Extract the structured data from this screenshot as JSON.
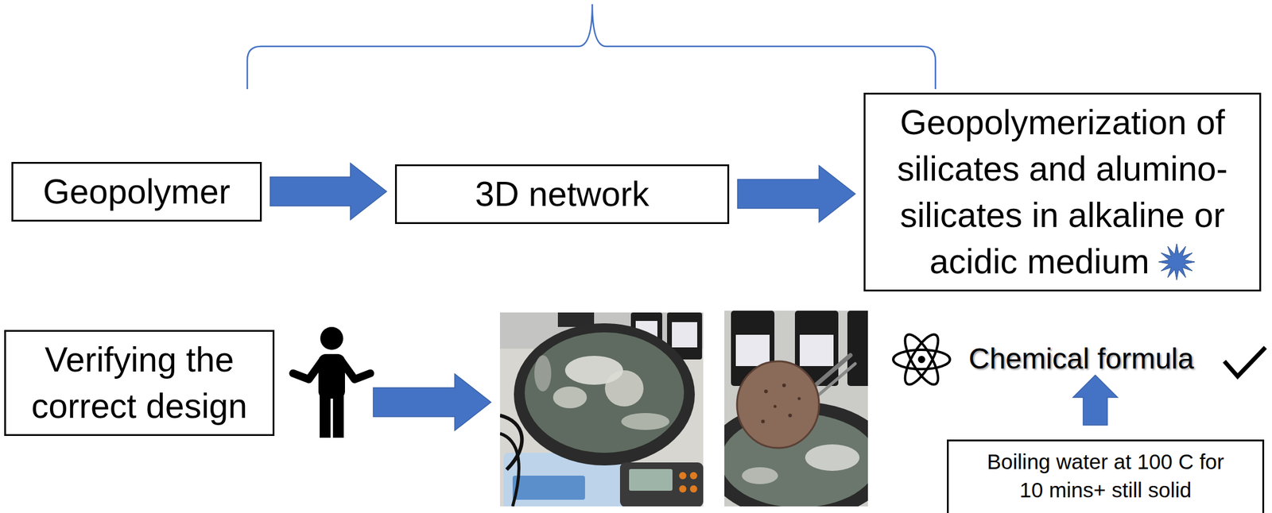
{
  "diagram": {
    "nodes": [
      {
        "text": [
          "Geopolymer"
        ]
      },
      {
        "text": [
          "3D network"
        ]
      },
      {
        "text": [
          "Geopolymerization of silicates and alumino-silicates in alkaline or acidic medium"
        ]
      },
      {
        "text": [
          "Verifying the correct design"
        ]
      },
      {
        "text": [
          "Boiling water at 100 C for 10 mins+ still solid"
        ]
      }
    ],
    "edges": [
      {
        "from": 0,
        "to": 1,
        "arrow": "to"
      },
      {
        "from": 1,
        "to": 2,
        "arrow": "to"
      }
    ],
    "labels": [
      "Chemical formula"
    ]
  }
}
